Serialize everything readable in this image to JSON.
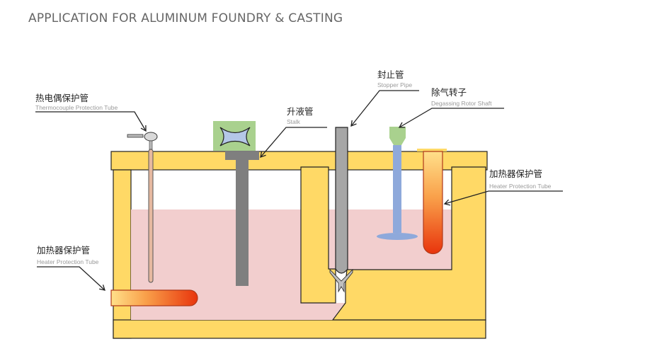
{
  "header": {
    "subtitle": "APPLICATION FOR ALUMINUM FOUNDRY & CASTING"
  },
  "labels": {
    "thermocouple_cn": "热电偶保护管",
    "thermocouple_en": "Thermocouple Protection Tube",
    "stalk_cn": "升液管",
    "stalk_en": "Stalk",
    "stopper_cn": "封止管",
    "stopper_en": "Stopper Pipe",
    "degassing_cn": "除气转子",
    "degassing_en": "Degassing Rotor Shaft",
    "heater_right_cn": "加热器保护管",
    "heater_right_en": "Heater Protection Tube",
    "heater_left_cn": "加热器保护管",
    "heater_left_en": "Heater Protection Tube"
  },
  "colors": {
    "furnace_yellow": "#FFD966",
    "melt_pink": "#F2CECE",
    "outline": "#222222",
    "stalk_gray": "#7F7F7F",
    "stopper_gray": "#A6A6A6",
    "rotor_blue": "#8EA9DB",
    "rotor_green": "#A9D18E",
    "stalk_top_blue": "#B4C7E7",
    "stalk_top_green": "#A9D18E",
    "heater_orange": "#F4B183",
    "heater_red": "#E63B0F"
  }
}
